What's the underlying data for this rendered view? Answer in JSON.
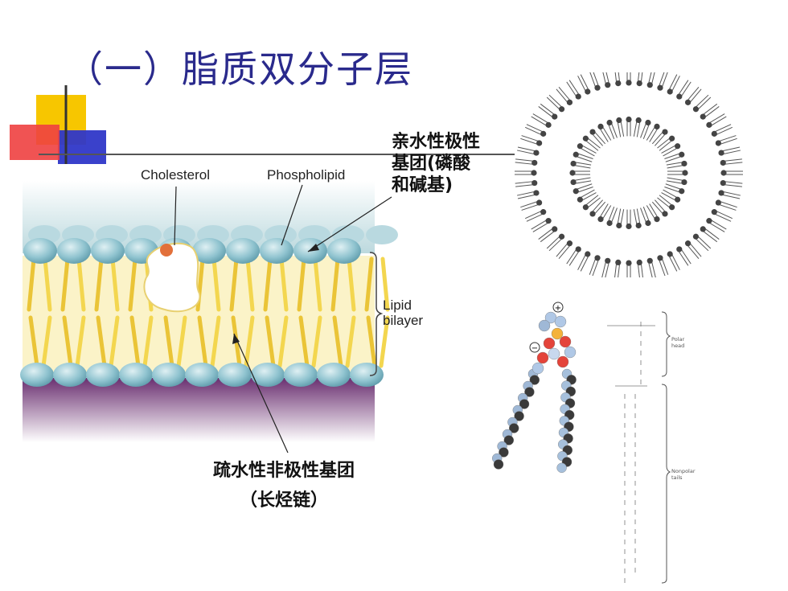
{
  "slide": {
    "title": "（一）脂质双分子层"
  },
  "membrane": {
    "label_cholesterol": "Cholesterol",
    "label_phospholipid": "Phospholipid",
    "label_lipid": "Lipid",
    "label_bilayer": "bilayer"
  },
  "annotations": {
    "hydrophilic_line1": "亲水性极性",
    "hydrophilic_line2": "基团(磷酸",
    "hydrophilic_line3": "和碱基)",
    "hydrophobic_line1": "疏水性非极性基团",
    "hydrophobic_line2": "（长烃链）"
  },
  "structure": {
    "polar_head_line1": "Polar",
    "polar_head_line2": "head",
    "nonpolar_line1": "Nonpolar",
    "nonpolar_line2": "tails",
    "charge_plus": "+",
    "charge_minus": "−"
  },
  "colors": {
    "title": "#2a2a8c",
    "head": "#8fc3cf",
    "tail": "#f0d040",
    "membrane_bg": "#fbf3c8",
    "cytoplasm": "#7a3f7e"
  }
}
